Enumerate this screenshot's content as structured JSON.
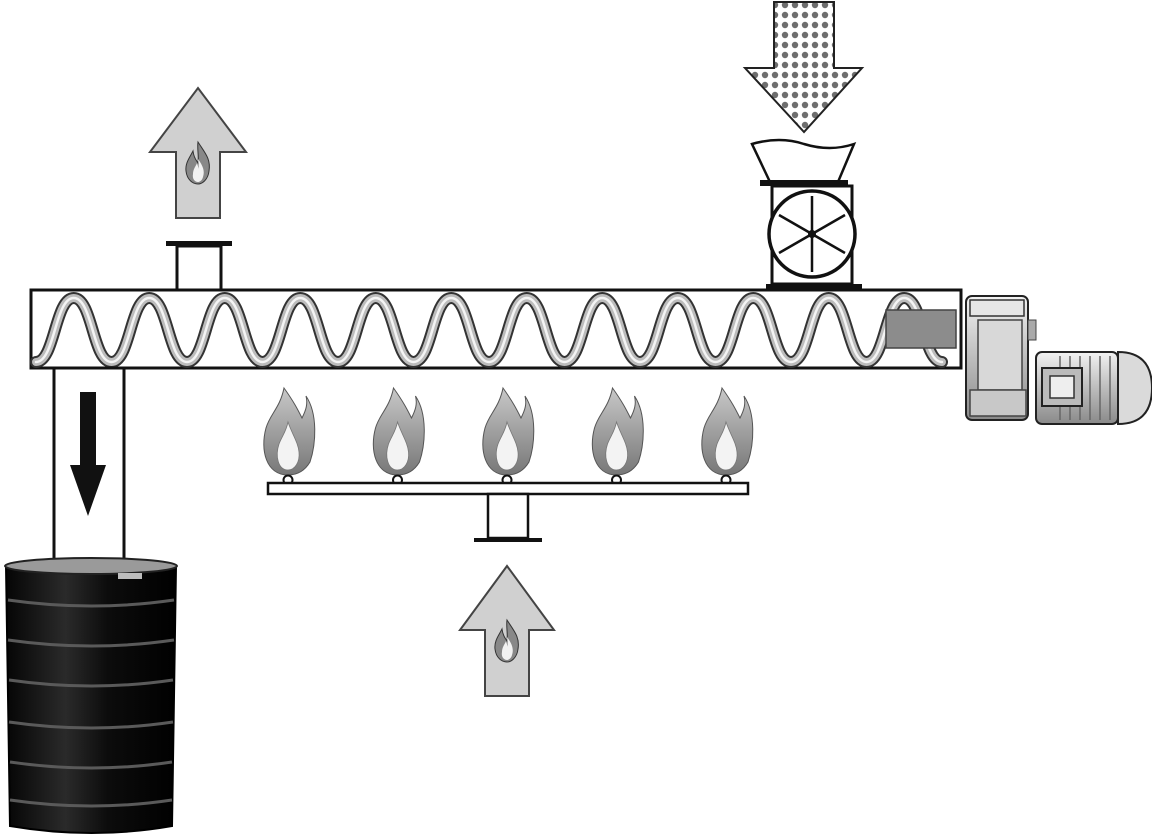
{
  "diagram": {
    "kind": "screw-conveyor-heater-schematic",
    "labels": [],
    "components": [
      {
        "id": "feed-input-arrow",
        "icon": "dotted-down-arrow"
      },
      {
        "id": "hopper",
        "icon": "hopper"
      },
      {
        "id": "rotary-valve",
        "icon": "rotary-airlock-valve"
      },
      {
        "id": "screw-conveyor",
        "icon": "auger-screw",
        "flights": 12
      },
      {
        "id": "gear-motor",
        "icon": "electric-gear-motor"
      },
      {
        "id": "exhaust-gas-arrow",
        "icon": "flame-up-arrow"
      },
      {
        "id": "burners",
        "icon": "flame",
        "count": 5
      },
      {
        "id": "fuel-gas-inlet-arrow",
        "icon": "flame-up-arrow"
      },
      {
        "id": "discharge-chute",
        "icon": "down-arrow"
      },
      {
        "id": "collection-drum",
        "icon": "steel-drum"
      }
    ],
    "colors": {
      "outline": "#111111",
      "arrow_fill": "#d0d0d0",
      "flame_fill": "#9a9a9a",
      "drum": "#141414",
      "motor": "#cfcfcf"
    }
  }
}
